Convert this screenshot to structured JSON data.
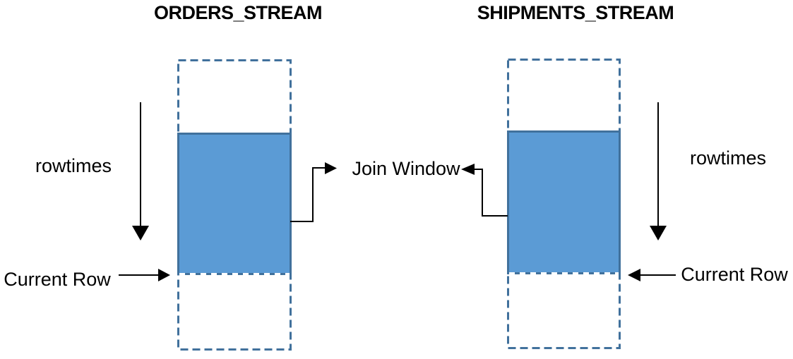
{
  "diagram": {
    "left_stream": {
      "title": "ORDERS_STREAM",
      "rowtimes_label": "rowtimes",
      "current_row_label": "Current Row"
    },
    "right_stream": {
      "title": "SHIPMENTS_STREAM",
      "rowtimes_label": "rowtimes",
      "current_row_label": "Current Row"
    },
    "join": {
      "label": "Join Window"
    },
    "colors": {
      "window_fill": "#5B9BD5",
      "window_border": "#41719C",
      "stream_dashed_border": "#41719C",
      "current_row_dash": "#FFFFFF",
      "arrow": "#000000",
      "text": "#000000",
      "background": "#FFFFFF"
    }
  }
}
